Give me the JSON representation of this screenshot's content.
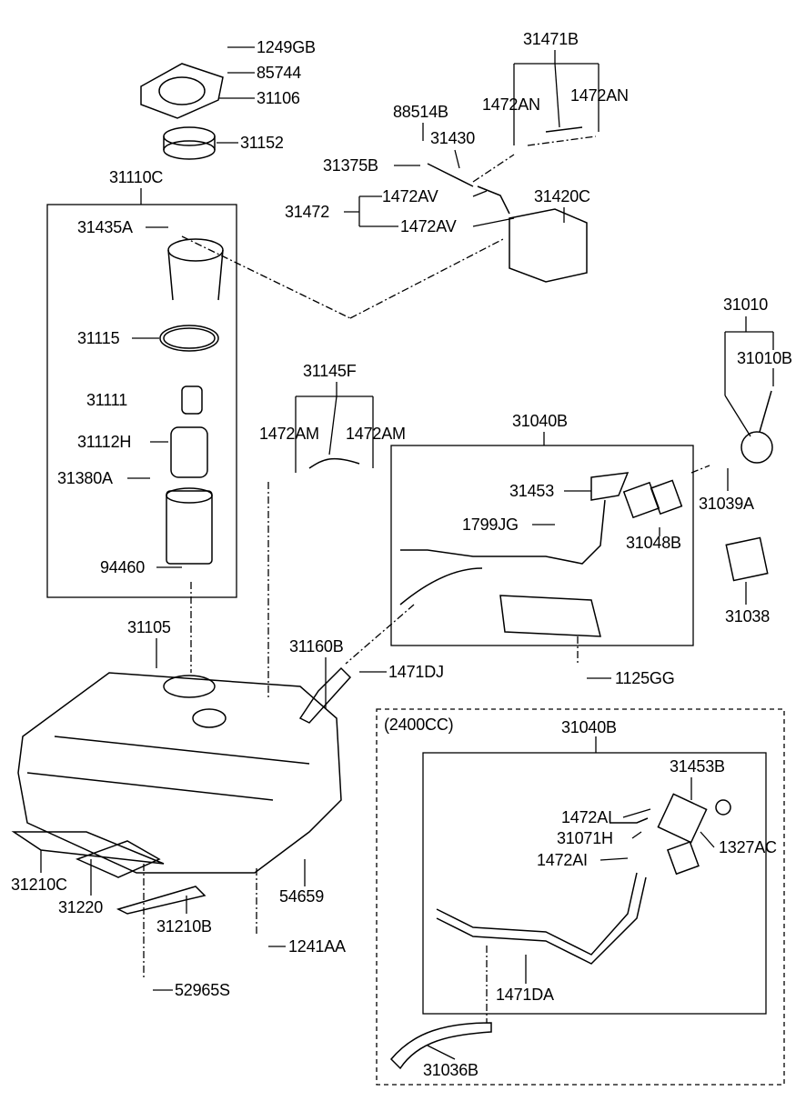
{
  "diagram_title": "",
  "labels": [
    "1249GB",
    "85744",
    "31106",
    "31152",
    "31110C",
    "31471B",
    "1472AN",
    "1472AN",
    "88514B",
    "31430",
    "31375B",
    "1472AV",
    "31472",
    "1472AV",
    "31420C",
    "31435A",
    "31115",
    "31111",
    "31112H",
    "31380A",
    "94460",
    "31010",
    "31010B",
    "31145F",
    "1472AM",
    "1472AM",
    "31040B",
    "31453",
    "1799JG",
    "31048B",
    "31039A",
    "31038",
    "31105",
    "31160B",
    "1471DJ",
    "1125GG",
    "(2400CC)",
    "31040B",
    "31453B",
    "1472AI",
    "31071H",
    "1327AC",
    "1472AI",
    "31210C",
    "31220",
    "31210B",
    "54659",
    "1241AA",
    "52965S",
    "1471DA",
    "31036B"
  ]
}
